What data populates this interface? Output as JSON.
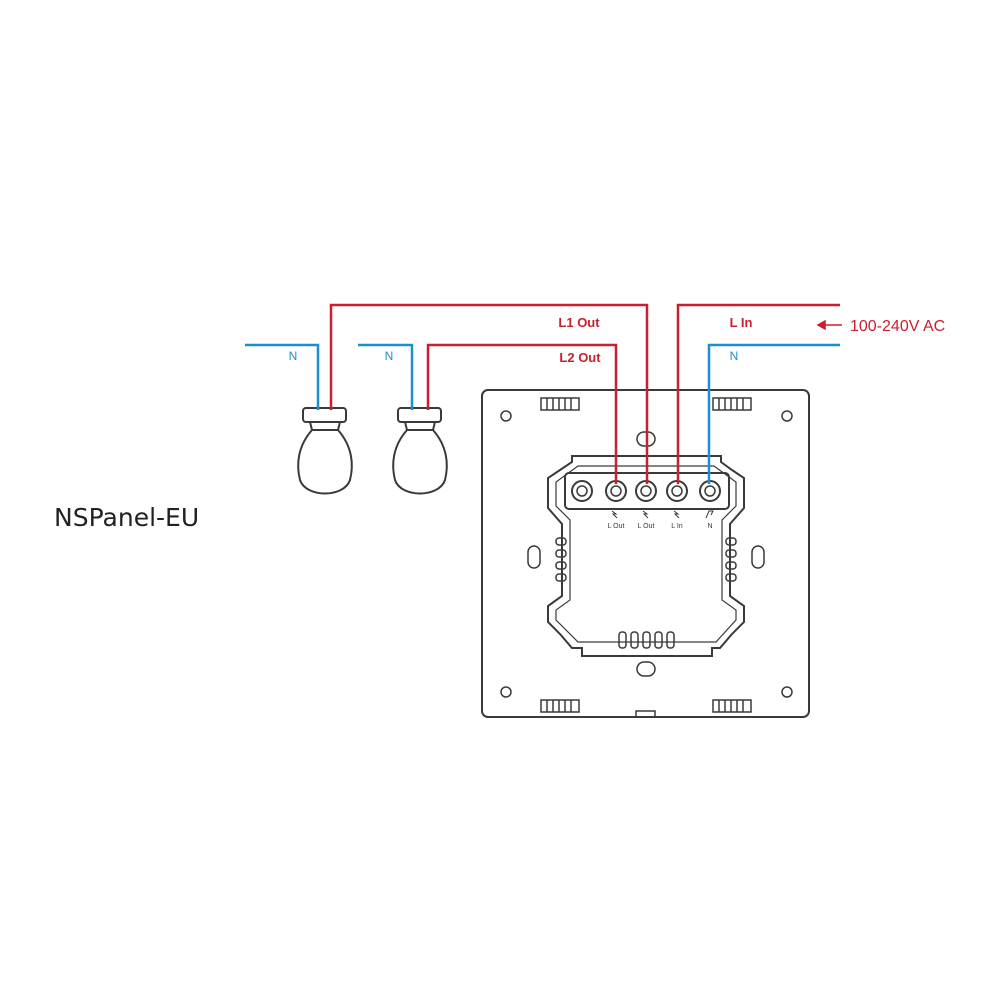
{
  "title": "NSPanel-EU",
  "wires": {
    "l1_out": "L1 Out",
    "l2_out": "L2 Out",
    "l_in": "L In",
    "n_supply": "N",
    "n_bulb1": "N",
    "n_bulb2": "N",
    "supply": "100-240V AC"
  },
  "terminals": [
    {
      "label": "L Out"
    },
    {
      "label": "L Out"
    },
    {
      "label": "L In"
    },
    {
      "label": "N"
    }
  ],
  "colors": {
    "live": "#c8202e",
    "neutral": "#1b8fd0",
    "outline": "#3a3a3a"
  }
}
